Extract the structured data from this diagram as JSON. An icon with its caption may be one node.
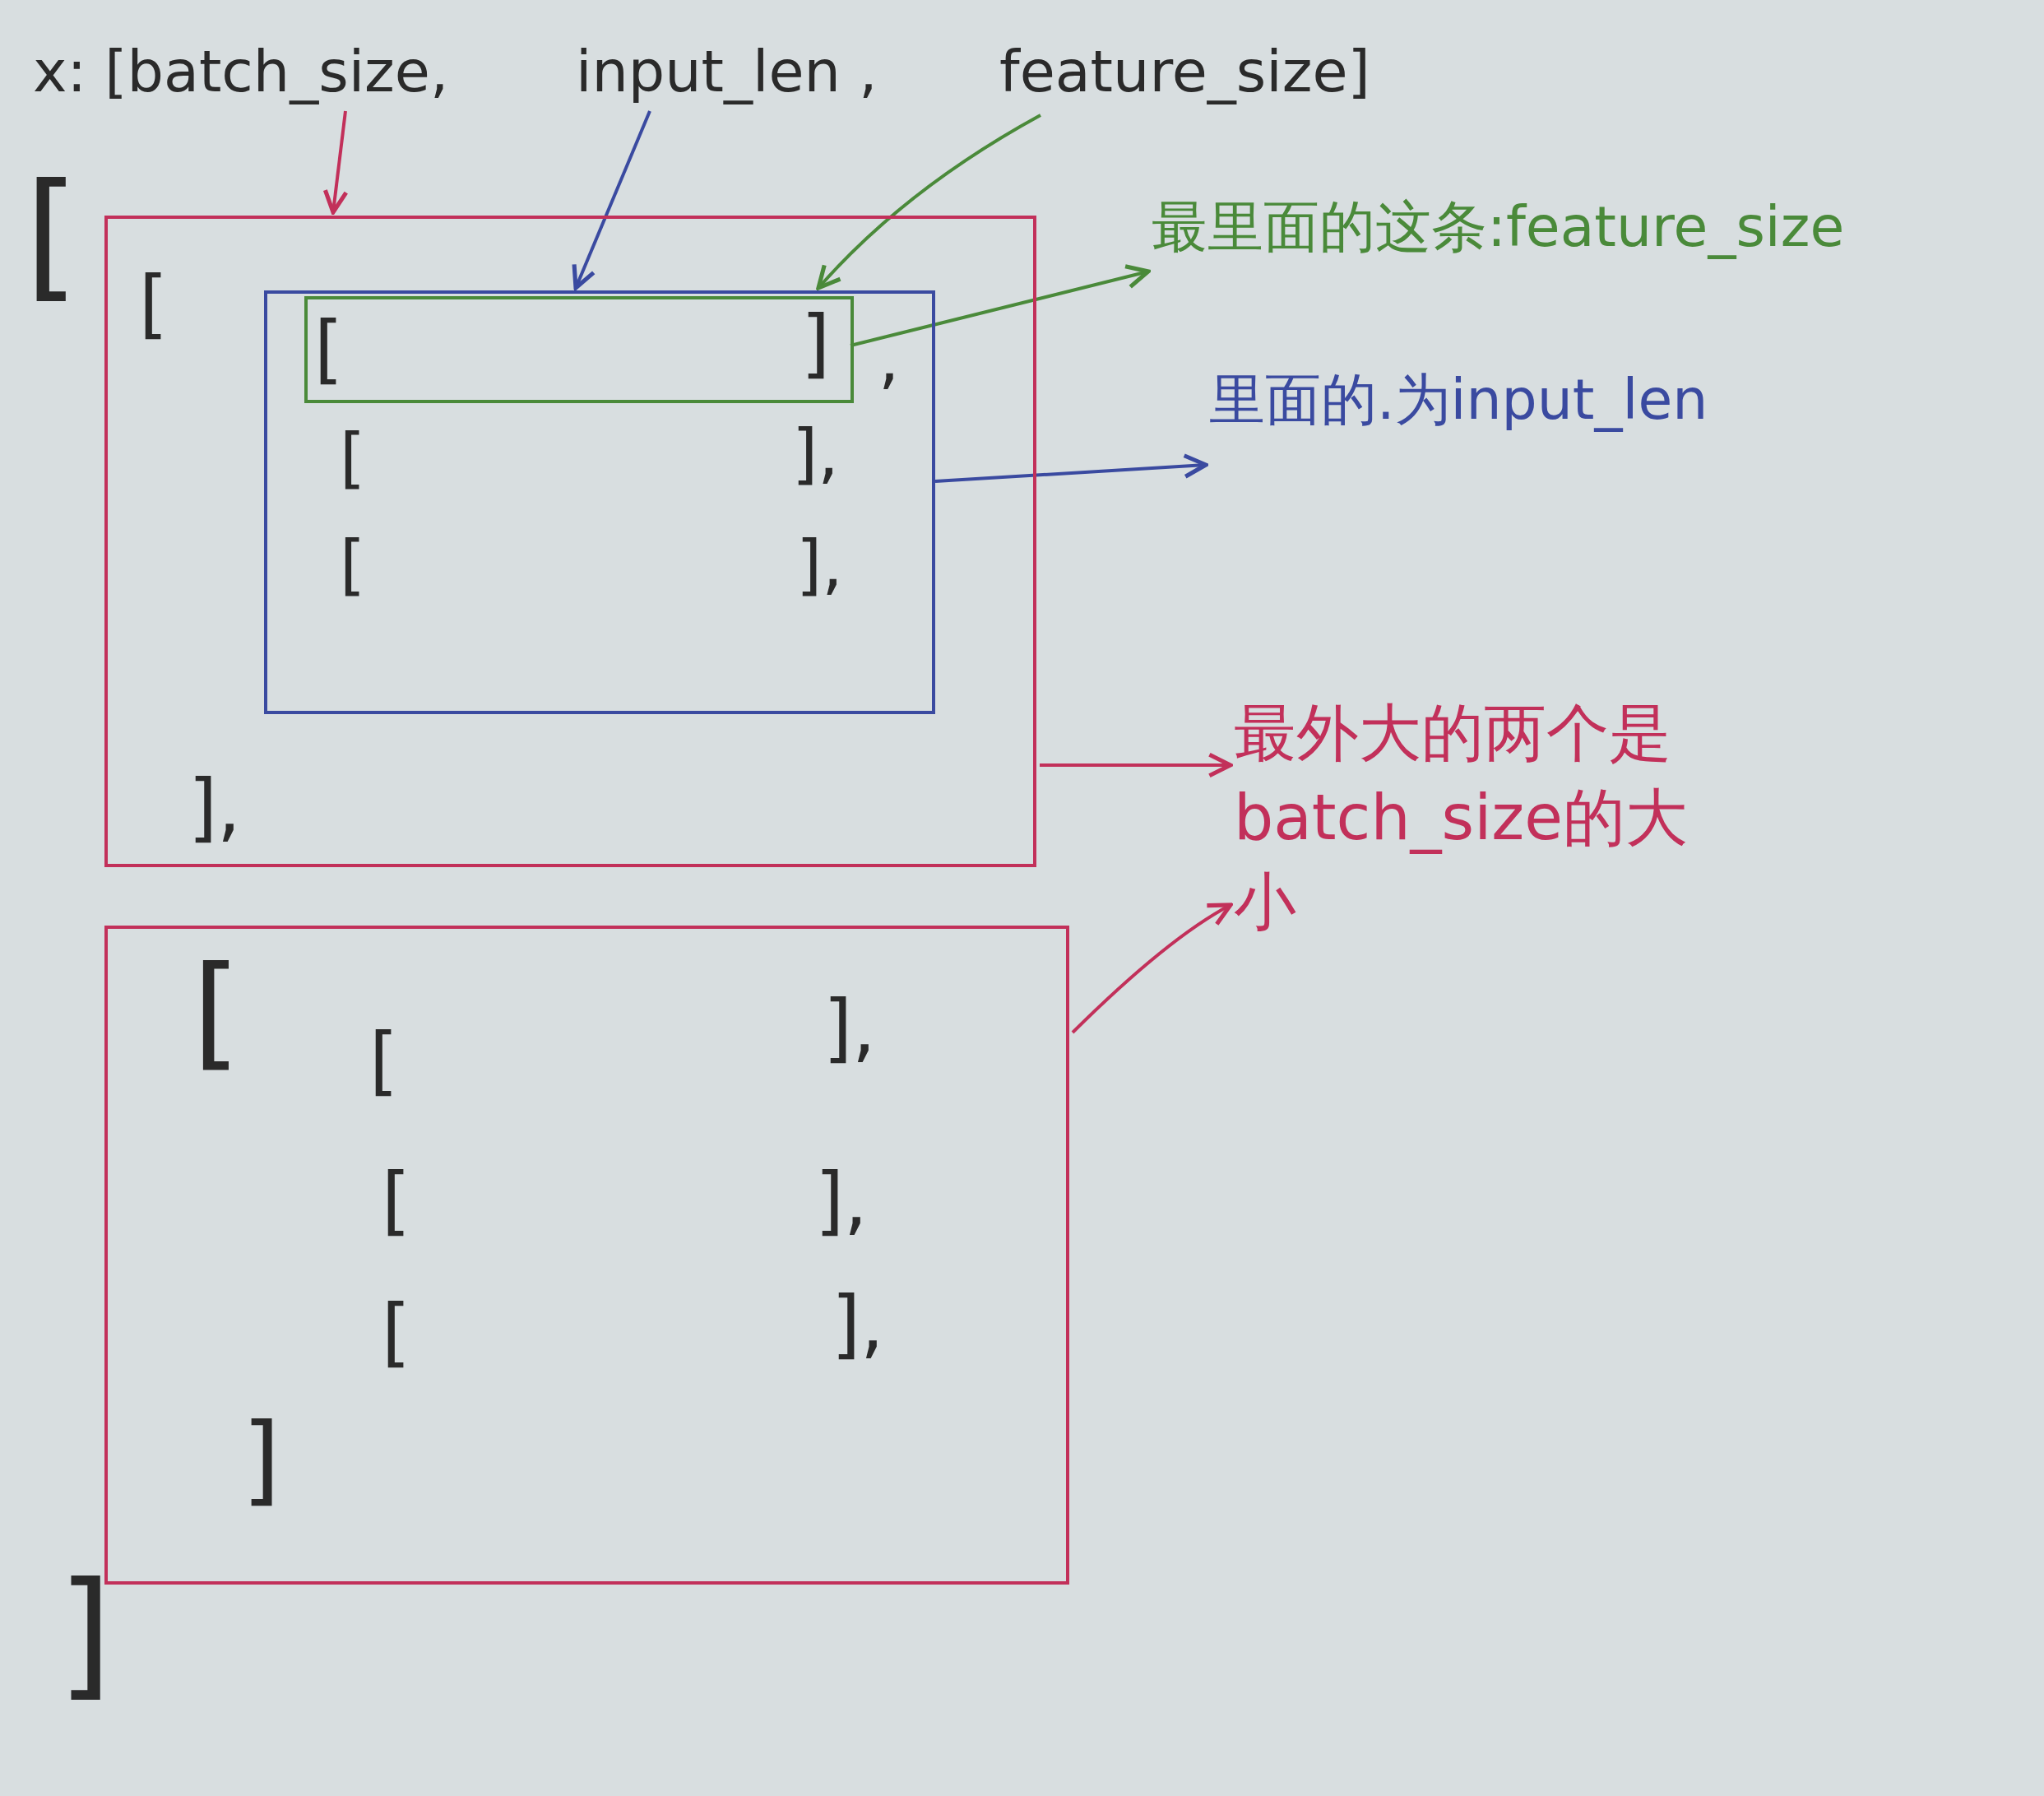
{
  "diagram": {
    "nodes": [
      {
        "text": [
          "x: [batch_size,"
        ]
      },
      {
        "text": [
          "input_len ,"
        ]
      },
      {
        "text": [
          "feature_size]"
        ]
      },
      {
        "text": [
          "[",
          "],"
        ]
      },
      {
        "text": [
          ",",
          "[",
          "],",
          "[",
          "],"
        ],
        "in": 3
      },
      {
        "text": [
          "[",
          "]"
        ],
        "in": 4
      },
      {
        "text": [
          "[",
          "[",
          "],",
          "[",
          "],",
          "[",
          "],",
          "]"
        ]
      },
      {
        "text": [
          "最里面的这条:feature_size"
        ]
      },
      {
        "text": [
          "里面的.为input_len"
        ]
      },
      {
        "text": [
          "最外大的两个是batch_size的大小"
        ]
      }
    ],
    "edges": [
      {
        "from": 0,
        "to": 3,
        "arrow": "to",
        "color": "#c2305a"
      },
      {
        "from": 1,
        "to": 5,
        "arrow": "to",
        "color": "#3a4aa0"
      },
      {
        "from": 2,
        "to": 5,
        "arrow": "to",
        "color": "#4a8a3a"
      },
      {
        "from": 5,
        "to": 7,
        "arrow": "to",
        "color": "#4a8a3a"
      },
      {
        "from": 4,
        "to": 8,
        "arrow": "to",
        "color": "#3a4aa0"
      },
      {
        "from": 3,
        "to": 9,
        "arrow": "to",
        "color": "#c2305a"
      },
      {
        "from": 6,
        "to": 9,
        "arrow": "to",
        "color": "#c2305a"
      }
    ],
    "labels": [
      "[",
      "]"
    ]
  }
}
